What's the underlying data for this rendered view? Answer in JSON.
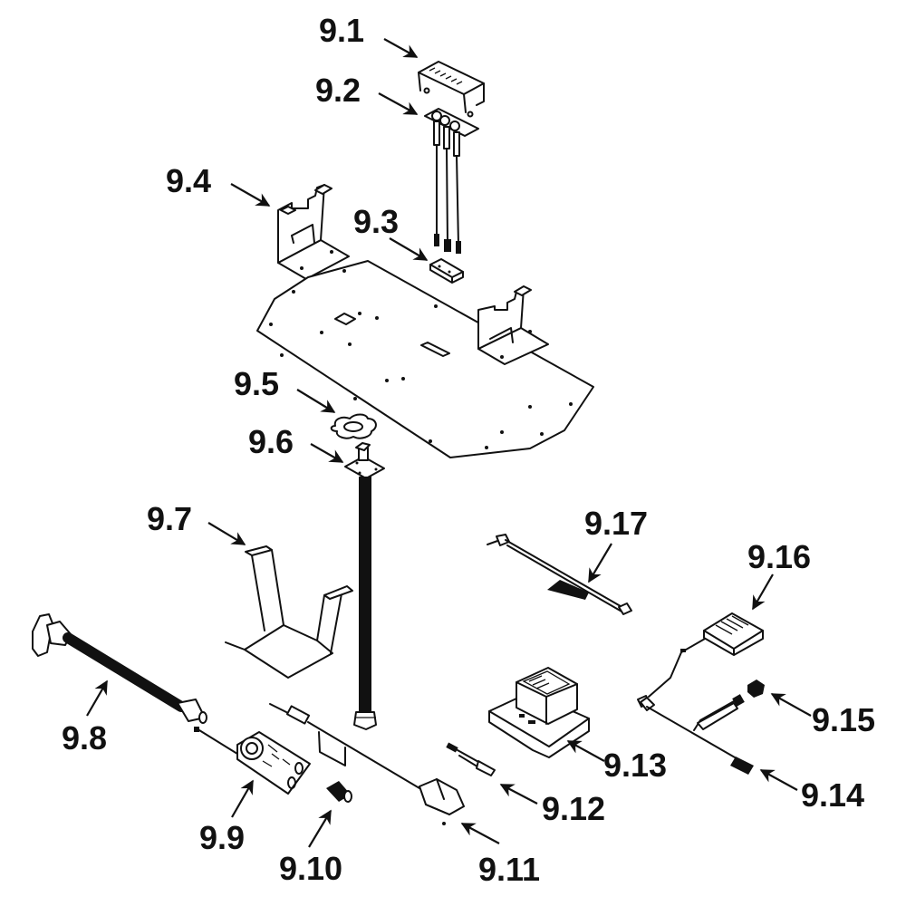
{
  "diagram": {
    "type": "exploded parts diagram",
    "accent_color": "#111111",
    "background_color": "#ffffff",
    "callouts": [
      {
        "id": "9.1",
        "label": "9.1",
        "part": "vented cover bracket"
      },
      {
        "id": "9.2",
        "label": "9.2",
        "part": "electrode assembly with three leads"
      },
      {
        "id": "9.3",
        "label": "9.3",
        "part": "electrode lead holder block"
      },
      {
        "id": "9.4",
        "label": "9.4",
        "part": "mounting bracket"
      },
      {
        "id": "9.5",
        "label": "9.5",
        "part": "gasket"
      },
      {
        "id": "9.6",
        "label": "9.6",
        "part": "burner tube with flange"
      },
      {
        "id": "9.7",
        "label": "9.7",
        "part": "U-shaped support bracket"
      },
      {
        "id": "9.8",
        "label": "9.8",
        "part": "flexible gas hose with elbow"
      },
      {
        "id": "9.9",
        "label": "9.9",
        "part": "gas valve"
      },
      {
        "id": "9.10",
        "label": "9.10",
        "part": "threaded fitting"
      },
      {
        "id": "9.11",
        "label": "9.11",
        "part": "sensor with cable"
      },
      {
        "id": "9.12",
        "label": "9.12",
        "part": "small connector lead"
      },
      {
        "id": "9.13",
        "label": "9.13",
        "part": "control module"
      },
      {
        "id": "9.14",
        "label": "9.14",
        "part": "cable harness with battery holder"
      },
      {
        "id": "9.15",
        "label": "9.15",
        "part": "cap"
      },
      {
        "id": "9.16",
        "label": "9.16",
        "part": "battery box with lead"
      },
      {
        "id": "9.17",
        "label": "9.17",
        "part": "wiring harness"
      }
    ]
  }
}
